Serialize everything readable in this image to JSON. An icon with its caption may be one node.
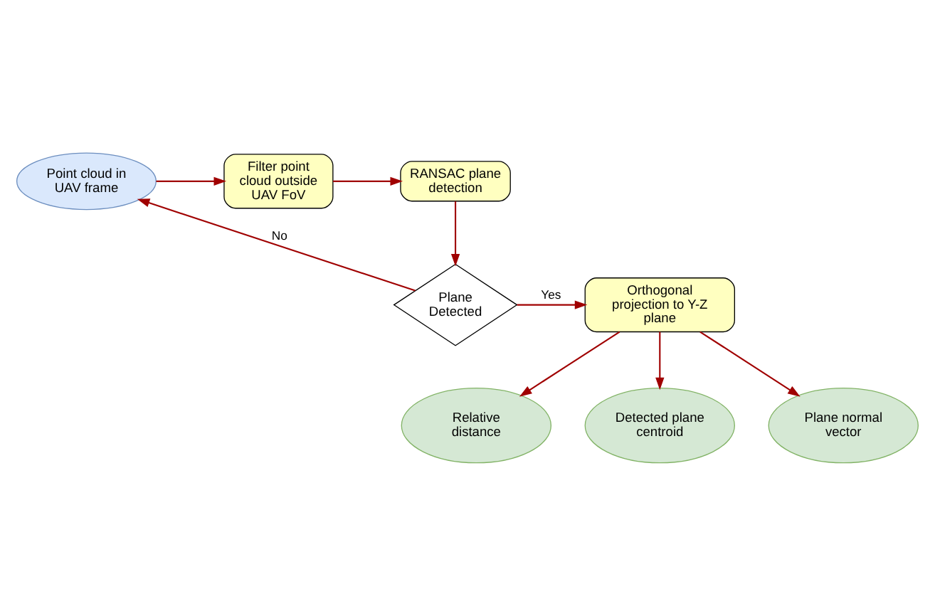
{
  "diagram": {
    "nodes": [
      {
        "text": [
          "Point cloud in UAV frame"
        ]
      },
      {
        "text": [
          "Filter point cloud outside UAV FoV"
        ]
      },
      {
        "text": [
          "RANSAC plane detection"
        ]
      },
      {
        "text": [
          "Plane Detected"
        ]
      },
      {
        "text": [
          "Orthogonal projection to Y-Z plane"
        ]
      },
      {
        "text": [
          "Relative distance"
        ]
      },
      {
        "text": [
          "Detected plane centroid"
        ]
      },
      {
        "text": [
          "Plane normal vector"
        ]
      }
    ],
    "edges": [
      {
        "from": 0,
        "to": 1,
        "arrow": "to"
      },
      {
        "from": 1,
        "to": 2,
        "arrow": "to"
      },
      {
        "from": 2,
        "to": 3,
        "arrow": "to"
      },
      {
        "from": 3,
        "to": 0,
        "arrow": "to",
        "label": "No"
      },
      {
        "from": 3,
        "to": 4,
        "arrow": "to",
        "label": "Yes"
      },
      {
        "from": 4,
        "to": 5,
        "arrow": "to"
      },
      {
        "from": 4,
        "to": 6,
        "arrow": "to"
      },
      {
        "from": 4,
        "to": 7,
        "arrow": "to"
      }
    ]
  }
}
